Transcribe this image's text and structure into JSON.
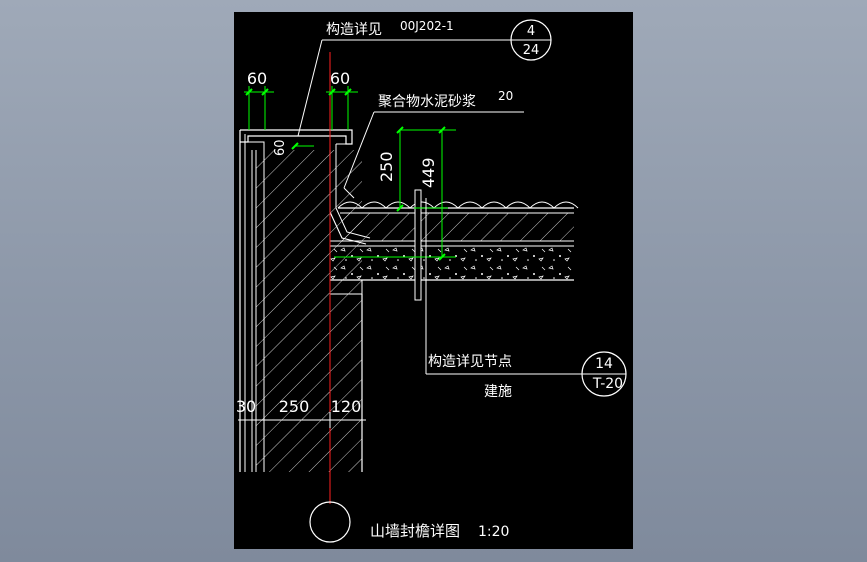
{
  "labels": {
    "construction_ref": "构造详见",
    "standard_code": "00J202-1",
    "detail_ref_top_num": "4",
    "detail_ref_top_sheet": "24",
    "dim_left": "60",
    "dim_right": "60",
    "dim_small": "60",
    "mortar_note": "聚合物水泥砂浆",
    "mortar_thickness": "20",
    "dim_250": "250",
    "dim_449": "449",
    "node_ref": "构造详见节点",
    "architecture": "建施",
    "detail_ref_bot_num": "14",
    "detail_ref_bot_sheet": "T-20",
    "dim_bottom_30": "30",
    "dim_bottom_250": "250",
    "dim_bottom_120": "120",
    "title": "山墙封檐详图",
    "scale": "1:20"
  },
  "colors": {
    "background": "#000000",
    "linework": "#ffffff",
    "dimension_ticks": "#00ff00",
    "axis_line": "#ff0000"
  }
}
